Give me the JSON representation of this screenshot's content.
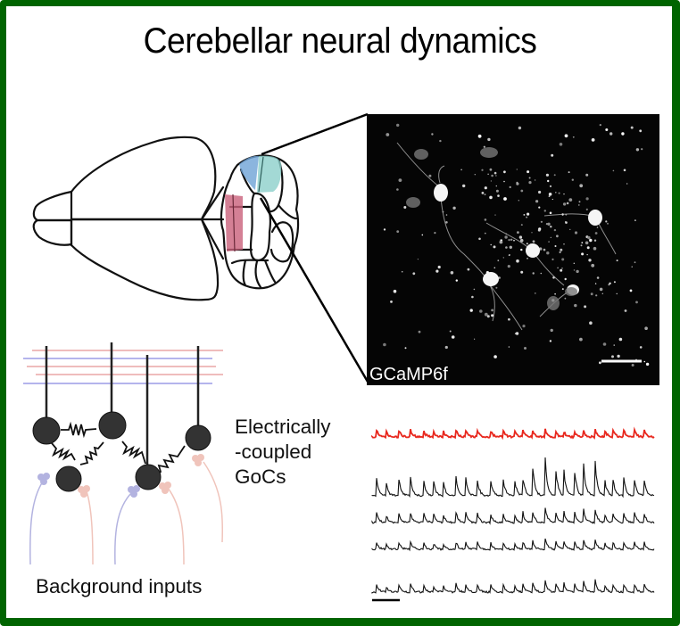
{
  "title": "Cerebellar neural dynamics",
  "brain_diagram": {
    "highlight_regions": [
      {
        "name": "vermis-region",
        "color": "#c9607a"
      },
      {
        "name": "lobule-region-blue",
        "color": "#6ea3d6"
      },
      {
        "name": "lobule-region-teal",
        "color": "#8ccfca"
      }
    ]
  },
  "micrograph": {
    "label": "GCaMP6f",
    "background": "#050505"
  },
  "circuit": {
    "coupling_label_lines": [
      "Electrically",
      "-coupled",
      "GoCs"
    ],
    "inputs_label": "Background inputs",
    "colors": {
      "cell": "#333333",
      "input_blue": "#b3b3e0",
      "input_red": "#f0c4bb",
      "fiber_blue": "#9b9be6",
      "fiber_red": "#eaa6a6"
    }
  },
  "traces": {
    "highlight_color": "#e8281e",
    "trace_color": "#111111",
    "count": 5
  },
  "colors": {
    "border": "#006400"
  }
}
